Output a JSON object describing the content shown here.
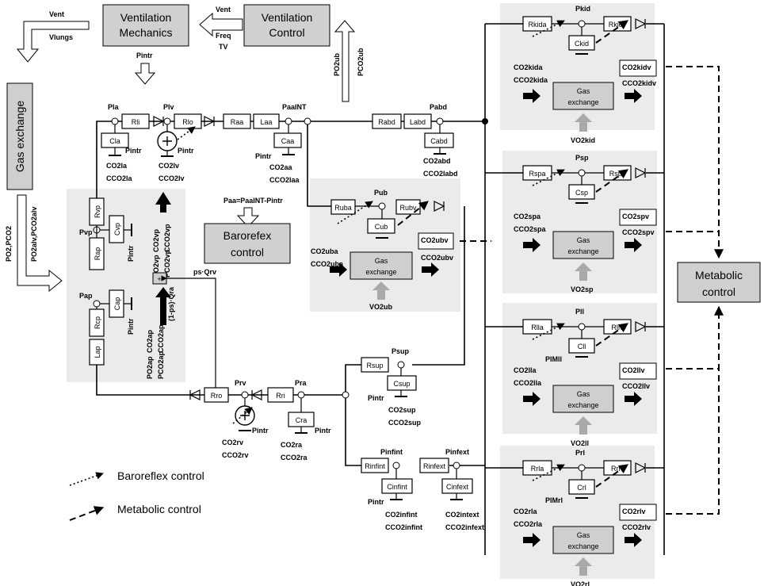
{
  "top": {
    "vent_mech": [
      "Ventilation",
      "Mechanics"
    ],
    "vent_ctrl": [
      "Ventilation",
      "Control"
    ],
    "vent": "Vent",
    "vent2": "Vent",
    "vlungs": "Vlungs",
    "freq": "Freq",
    "tv": "TV",
    "pintr_top": "Pintr",
    "po2ub": "PO2ub",
    "pco2ub": "PCO2ub"
  },
  "gas_exchange_left": "Gas exchange",
  "left_labels": {
    "po2pco2": "PO2,PCO2",
    "palv": "PO2alv,PCO2alv"
  },
  "nodes": {
    "pla": "Pla",
    "plv": "Plv",
    "paa": "PaaINT",
    "pabd": "Pabd",
    "pvp": "Pvp",
    "pap": "Pap",
    "prv": "Prv",
    "pra": "Pra",
    "pub": "Pub",
    "psup": "Psup",
    "pinfint": "Pinfint",
    "pinfext": "Pinfext",
    "pkid": "Pkid",
    "psp": "Psp",
    "pll": "Pll",
    "prl": "Prl"
  },
  "resistors": {
    "rli": "Rli",
    "rlo": "Rlo",
    "raa": "Raa",
    "laa": "Laa",
    "rabd": "Rabd",
    "labd": "Labd",
    "rvp": "Rvp",
    "rap": "Rap",
    "rcp": "Rcp",
    "lap": "Lap",
    "rro": "Rro",
    "rri": "Rri",
    "ruba": "Ruba",
    "rubv": "Rubv",
    "rsup": "Rsup",
    "rinfint": "Rinfint",
    "rinfext": "Rinfext",
    "rkida": "Rkida",
    "rkidv": "Rkidv",
    "rspa": "Rspa",
    "rspv": "Rspv",
    "rlla": "Rlla",
    "rllv": "Rllv",
    "rrla": "Rrla",
    "rrlv": "Rrlv"
  },
  "caps": {
    "cla": "Cla",
    "caa": "Caa",
    "cabd": "Cabd",
    "cvp": "Cvp",
    "cap": "Cap",
    "cra": "Cra",
    "cub": "Cub",
    "csup": "Csup",
    "cinfint": "Cinfint",
    "cinfext": "Cinfext",
    "ckid": "Ckid",
    "csp": "Csp",
    "cll": "Cll",
    "crl": "Crl"
  },
  "pintr": "Pintr",
  "conc": {
    "la": [
      "CO2la",
      "CCO2la"
    ],
    "lv": [
      "CO2lv",
      "CCO2lv"
    ],
    "aa": [
      "CO2aa",
      "CCO2laa"
    ],
    "abd": [
      "CO2abd",
      "CCO2labd"
    ],
    "rv": [
      "CO2rv",
      "CCO2rv"
    ],
    "ra": [
      "CO2ra",
      "CCO2ra"
    ],
    "sup": [
      "CO2sup",
      "CCO2sup"
    ],
    "infint": [
      "CO2infint",
      "CCO2infint"
    ],
    "infext": [
      "CO2intext",
      "CCO2infext"
    ],
    "uba": [
      "CO2uba",
      "CCO2uba"
    ],
    "ubv": [
      "CO2ubv",
      "CCO2ubv"
    ],
    "kida": [
      "CO2kida",
      "CCO2kida"
    ],
    "kidv": [
      "CO2kidv",
      "CCO2kidv"
    ],
    "spa": [
      "CO2spa",
      "CCO2spa"
    ],
    "spv": [
      "CO2spv",
      "CCO2spv"
    ],
    "lla": [
      "CO2lla",
      "CCO2lla"
    ],
    "llv": [
      "CO2llv",
      "CCO2llv"
    ],
    "rla": [
      "CO2rla",
      "CCO2rla"
    ],
    "rlv": [
      "CO2rlv",
      "CCO2rlv"
    ]
  },
  "vp_conc": [
    "CO2vp",
    "CCO2vp"
  ],
  "vp_p": [
    "PO2vp",
    "PCO2vp"
  ],
  "ap_conc": [
    "CO2ap",
    "CCO2ap"
  ],
  "ap_p": [
    "PO2ap",
    "PCO2ap"
  ],
  "mix": "(1-ps)·Qra",
  "psqrv": "ps·Qrv",
  "paa_eq": "Paa=PaaINT-Pintr",
  "baro": [
    "Barorefex",
    "control"
  ],
  "gas_exchange": [
    "Gas",
    "exchange"
  ],
  "vo2": {
    "ub": "VO2ub",
    "kid": "VO2kid",
    "sp": "VO2sp",
    "ll": "VO2ll",
    "rl": "VO2rl"
  },
  "pim": {
    "ll": "PIMll",
    "rl": "PIMrl"
  },
  "metabolic": [
    "Metabolic",
    "control"
  ],
  "legend": {
    "baro": "Baroreflex control",
    "meta": "Metabolic control"
  }
}
